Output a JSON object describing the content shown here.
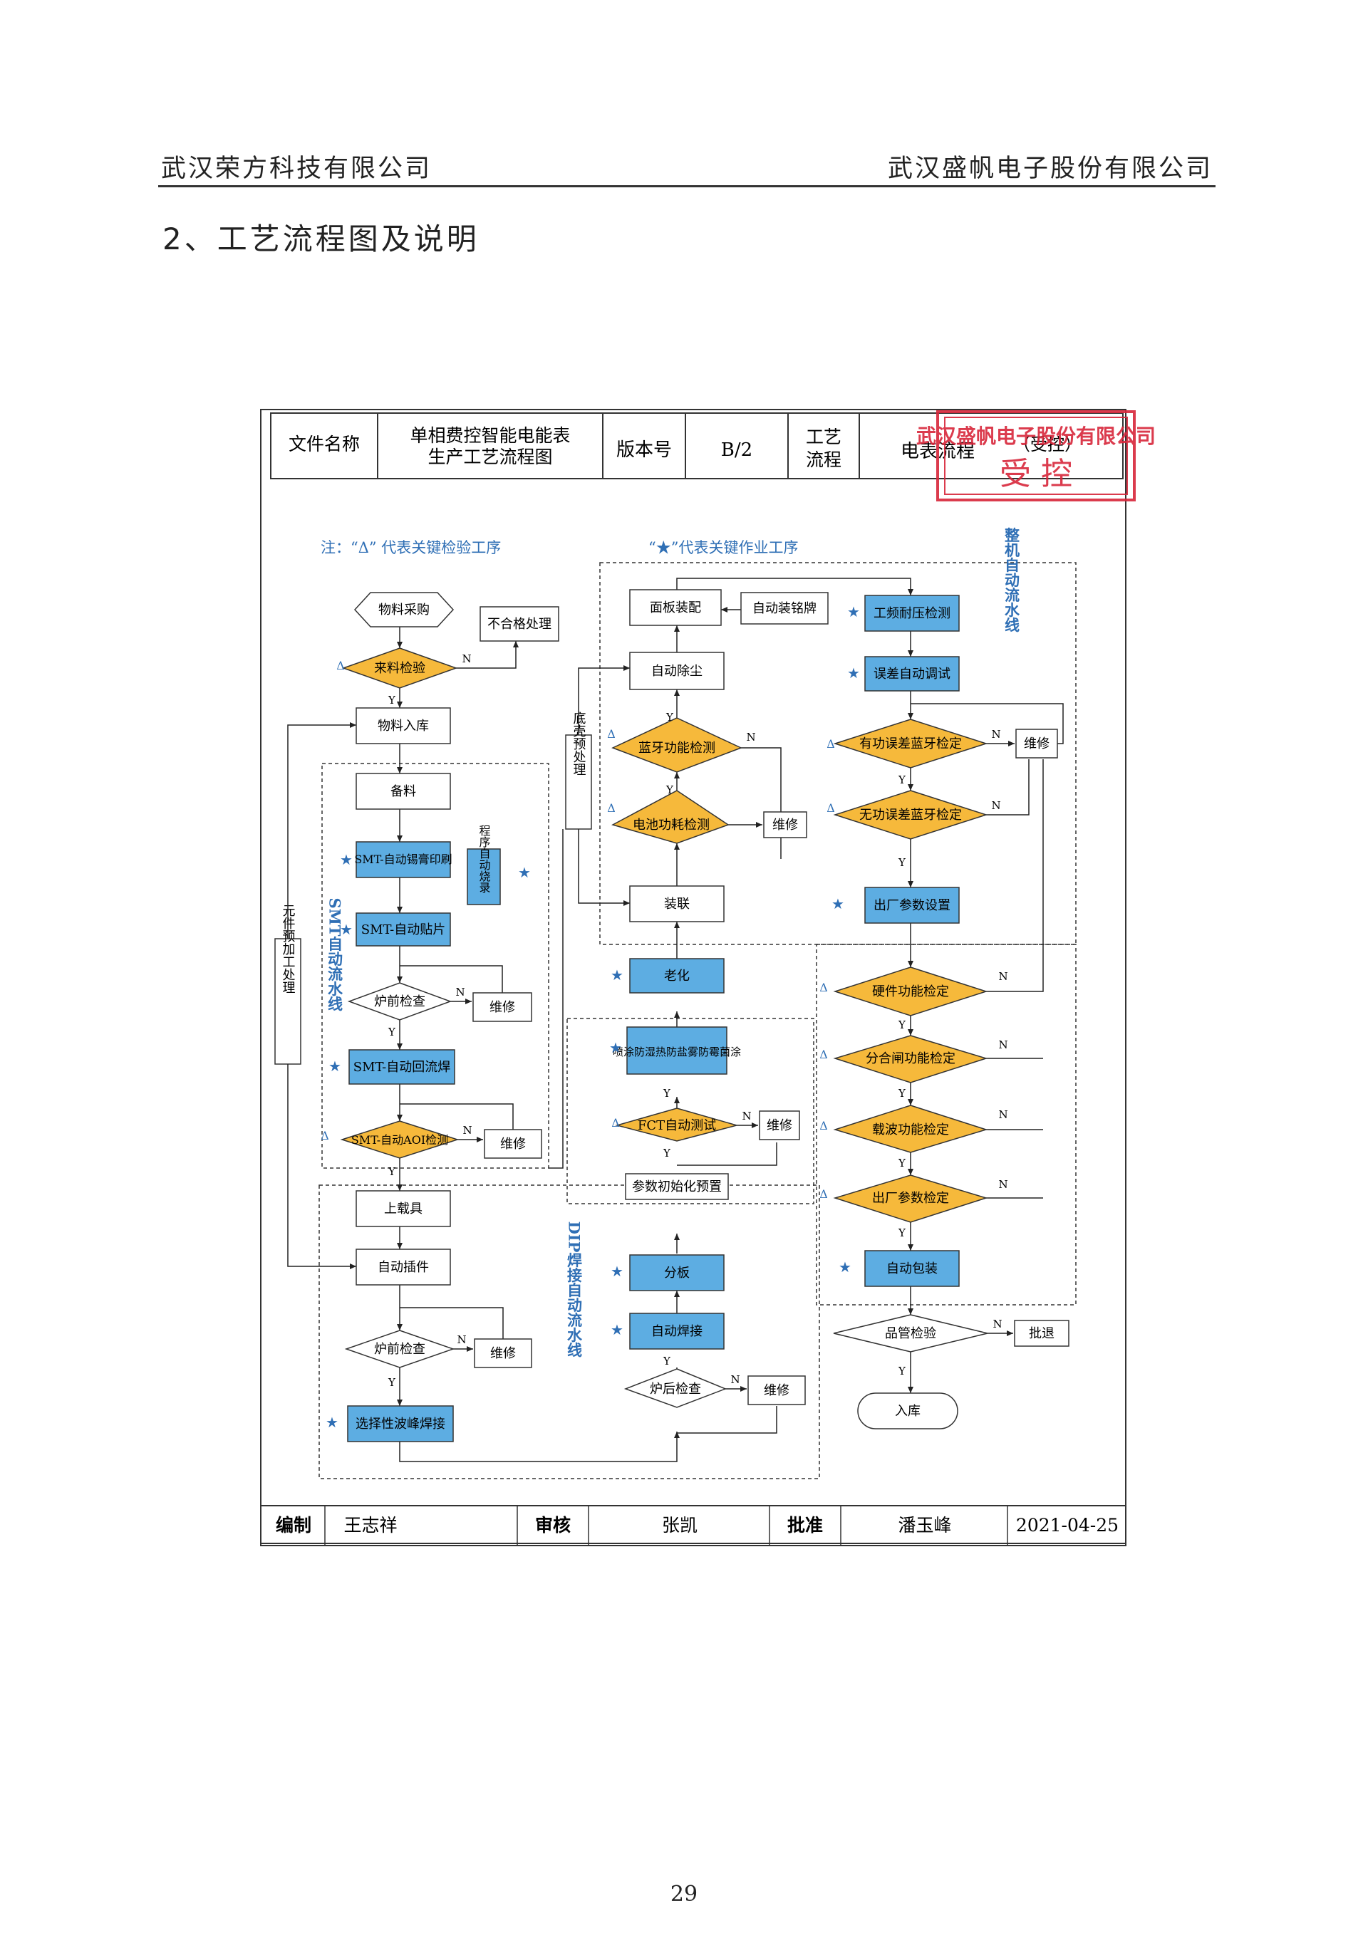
{
  "header": {
    "left": "武汉荣方科技有限公司",
    "right": "武汉盛帆电子股份有限公司"
  },
  "section_title": "2、工艺流程图及说明",
  "form": {
    "file_name_label": "文件名称",
    "file_name_value_line1": "单相费控智能电能表",
    "file_name_value_line2": "生产工艺流程图",
    "version_label": "版本号",
    "version_value": "B/2",
    "process_label_line1": "工艺",
    "process_label_line2": "流程",
    "process_value": "电表流程",
    "process_value_tail": "（受控）"
  },
  "stamp": {
    "company": "武汉盛帆电子股份有限公司",
    "text": "受 控",
    "color": "#d8263a"
  },
  "notes": {
    "inspection": "注：“Δ” 代表关键检验工序",
    "operation": "“★”代表关键作业工序"
  },
  "groups": {
    "smt": "SMT自动流水线",
    "dip": "DIP焊接自动流水线",
    "whole": "整机自动流水线",
    "component_prep": "元件预加工处理",
    "base_prep": "底壳预处理"
  },
  "nodes": {
    "purchase": "物料采购",
    "reject": "不合格处理",
    "incoming_inspection": "来料检验",
    "warehouse_in": "物料入库",
    "prepare": "备料",
    "smt_print": "SMT-自动锡膏印刷",
    "program_burn": "程序自动烧录",
    "smt_mount": "SMT-自动贴片",
    "prefurnace_check_1": "炉前检查",
    "repair_1": "维修",
    "smt_reflow": "SMT-自动回流焊",
    "smt_aoi": "SMT-自动AOI检测",
    "repair_2": "维修",
    "load_carrier": "上载具",
    "auto_insert": "自动插件",
    "prefurnace_check_2": "炉前检查",
    "repair_3": "维修",
    "selective_wave": "选择性波峰焊接",
    "panel_assembly": "面板装配",
    "auto_nameplate": "自动装铭牌",
    "auto_dedust": "自动除尘",
    "bt_check": "蓝牙功能检测",
    "battery_check": "电池功耗检测",
    "repair_4": "维修",
    "joint": "装联",
    "aging": "老化",
    "spray": "喷涂防湿热防盐雾防霉菌涂",
    "fct": "FCT自动测试",
    "repair_5": "维修",
    "param_init": "参数初始化预置",
    "split": "分板",
    "auto_weld": "自动焊接",
    "postfurnace_check": "炉后检查",
    "repair_6": "维修",
    "hv_test": "工频耐压检测",
    "error_test": "误差自动调试",
    "active_check": "有功误差蓝牙检定",
    "repair_7": "维修",
    "reactive_check": "无功误差蓝牙检定",
    "factory_params": "出厂参数设置",
    "hw_check": "硬件功能检定",
    "switch_check": "分合闸功能检定",
    "carrier_check": "载波功能检定",
    "factory_param_check": "出厂参数检定",
    "auto_pack": "自动包装",
    "qc_check": "品管检验",
    "batch_reject": "批退",
    "storage": "入库"
  },
  "marks": {
    "yes": "Y",
    "no": "N",
    "star": "★",
    "delta": "Δ"
  },
  "footer": {
    "compiled_label": "编制",
    "compiled_by": "王志祥",
    "review_label": "审核",
    "reviewed_by": "张凯",
    "approve_label": "批准",
    "approved_by": "潘玉峰",
    "date": "2021-04-25"
  },
  "colors": {
    "blue_box": "#5dade2",
    "orange_diamond": "#f6b93b",
    "note_blue": "#2f6fb5",
    "stamp_red": "#d8263a"
  },
  "page_number": "29"
}
